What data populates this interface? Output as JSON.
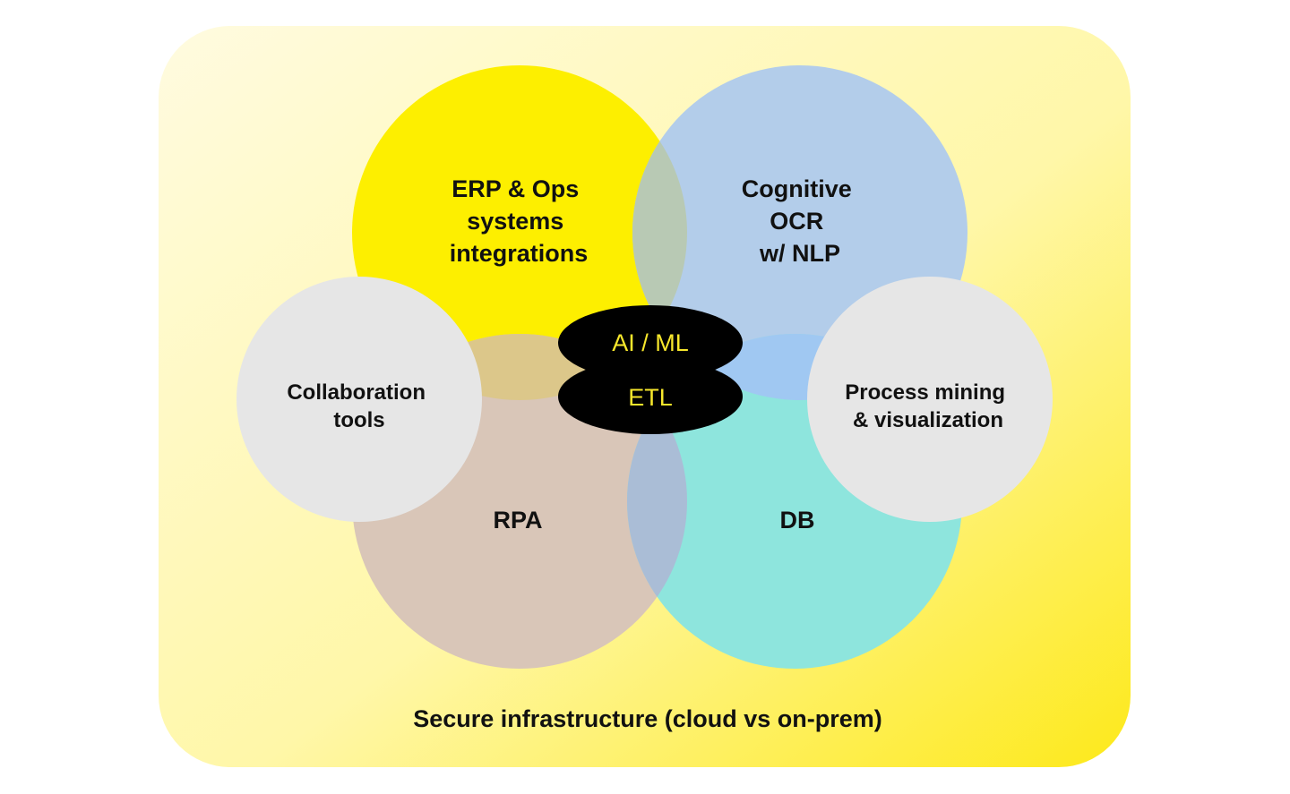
{
  "diagram": {
    "footer": "Secure infrastructure (cloud vs on-prem)",
    "circles": {
      "erp": {
        "lines": [
          "ERP & Ops",
          "systems",
          "integrations"
        ]
      },
      "ocr": {
        "lines": [
          "Cognitive",
          "OCR",
          "w/ NLP"
        ]
      },
      "rpa": {
        "lines": [
          "RPA"
        ]
      },
      "db": {
        "lines": [
          "DB"
        ]
      },
      "collab": {
        "lines": [
          "Collaboration",
          "tools"
        ]
      },
      "process": {
        "lines": [
          "Process mining",
          "& visualization"
        ]
      }
    },
    "core": {
      "top": "AI / ML",
      "bottom": "ETL"
    }
  },
  "colors": {
    "background_light": "#fffbe0",
    "background_dark": "#fde91a",
    "erp": "#fdef00",
    "ocr": "#b3cdea",
    "rpa": "#d9c6b8",
    "db": "#8ee5dd",
    "side_circles": "#e6e6e6",
    "core": "#000000",
    "core_text": "#f7e72c",
    "overlap_erp_ocr": "#b8c9b4",
    "overlap_erp_rpa": "#dcc78a",
    "overlap_ocr_db": "#a0c8f2",
    "overlap_rpa_db": "#aabdd6"
  }
}
